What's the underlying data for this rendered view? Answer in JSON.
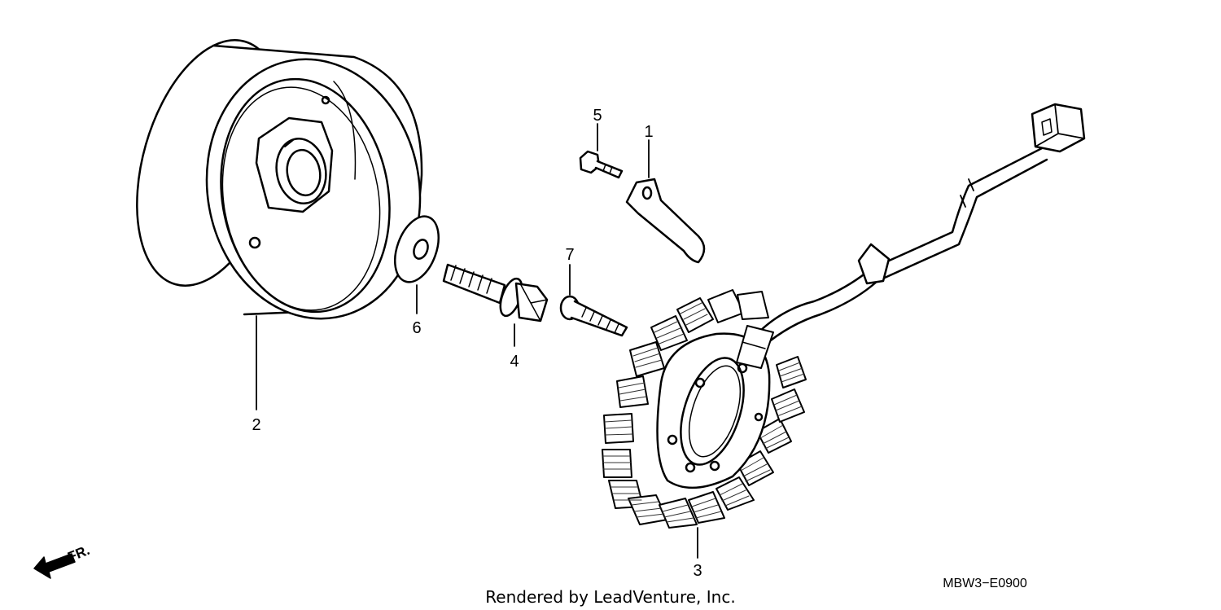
{
  "callouts": {
    "c1": "1",
    "c2": "2",
    "c3": "3",
    "c4": "4",
    "c5": "5",
    "c6": "6",
    "c7": "7"
  },
  "footer": {
    "rendered_by": "Rendered by LeadVenture, Inc.",
    "diagram_code": "MBW3−E0900"
  },
  "direction": {
    "label": "FR."
  }
}
